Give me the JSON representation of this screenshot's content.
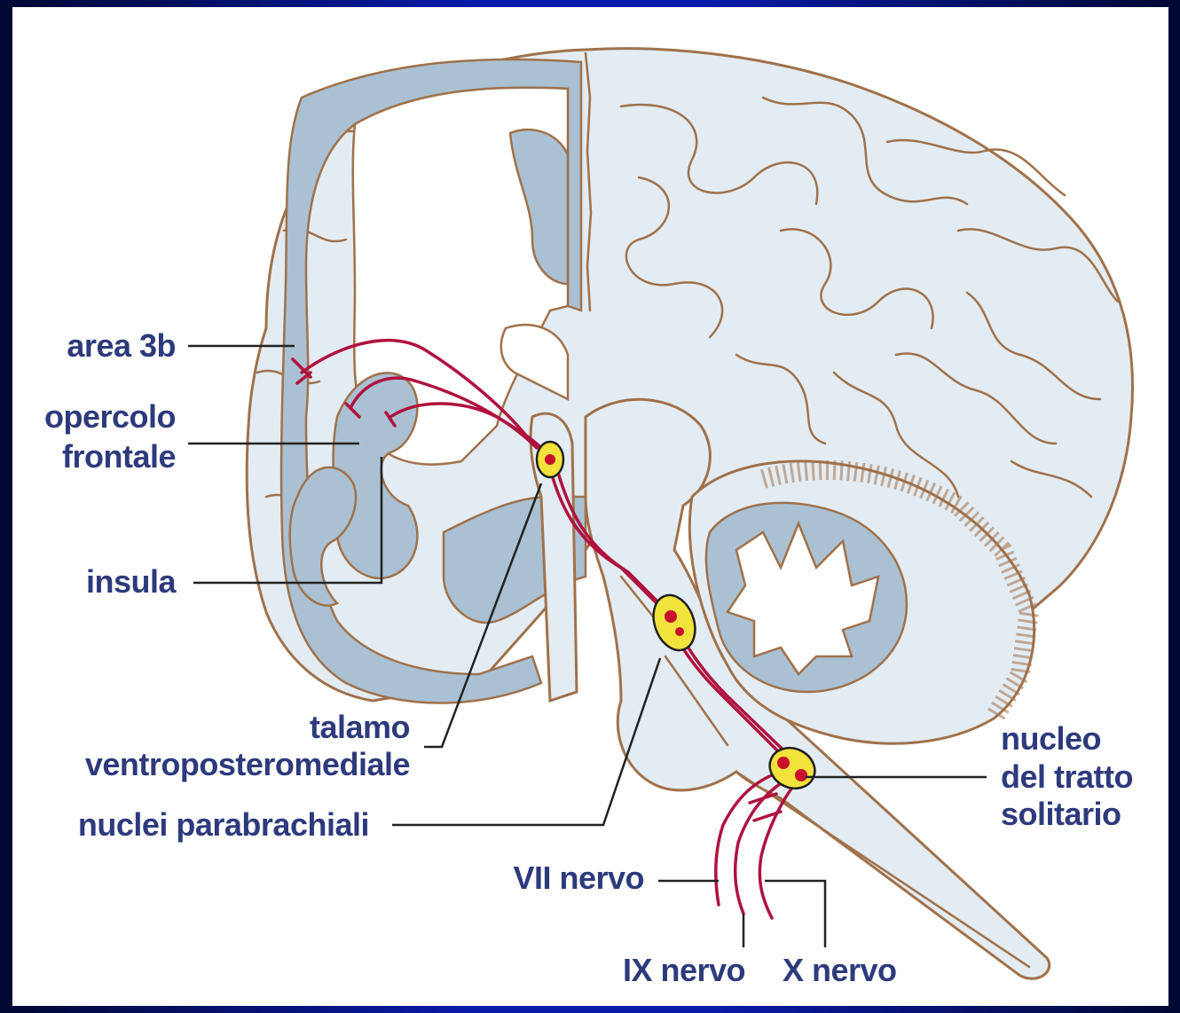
{
  "labels": {
    "area_3b": "area 3b",
    "opercolo_line1": "opercolo",
    "opercolo_line2": "frontale",
    "insula": "insula",
    "talamo_line1": "talamo",
    "talamo_line2": "ventroposteromediale",
    "nuclei_parabrachiali": "nuclei parabrachiali",
    "nucleo_line1": "nucleo",
    "nucleo_line2": "del tratto",
    "nucleo_line3": "solitario",
    "vii_nervo": "VII nervo",
    "ix_nervo": "IX nervo",
    "x_nervo": "X nervo"
  },
  "colors": {
    "frame_blue": "#0a1aa8",
    "label_text": "#2e3a7c",
    "brain_fill": "#e3ecf3",
    "gray_matter": "#a9c1d3",
    "outline_brown": "#a0714a",
    "pathway_red": "#b0123e",
    "nucleus_yellow": "#f2e23c"
  }
}
